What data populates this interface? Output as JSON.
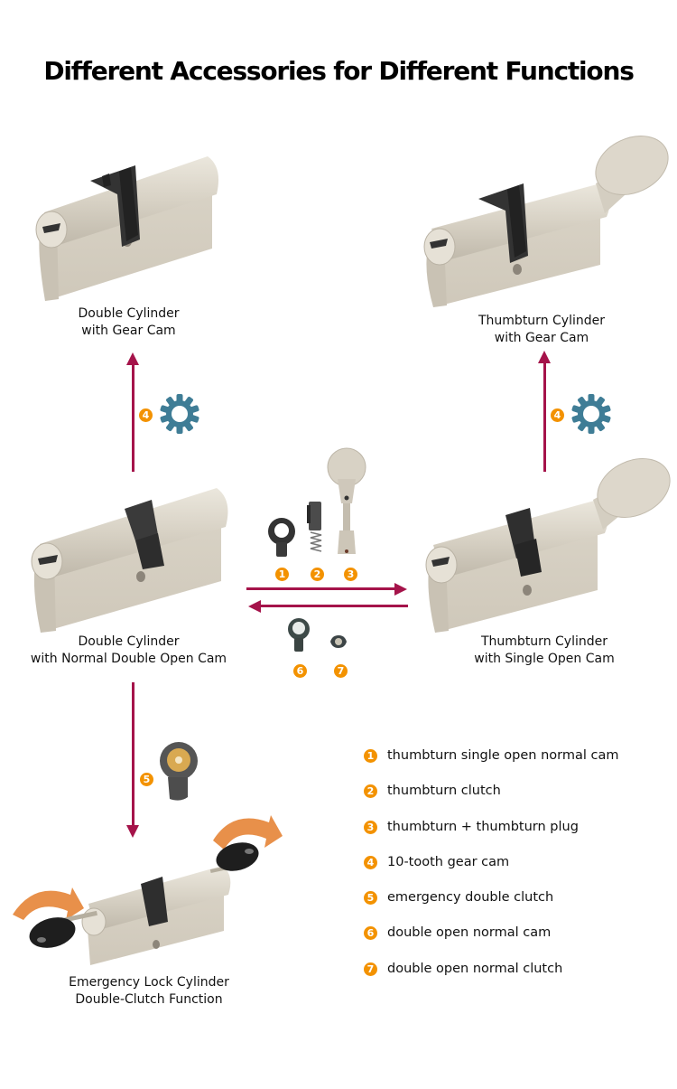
{
  "title": "Different Accessories for Different Functions",
  "products": {
    "double_gear": {
      "line1": "Double Cylinder",
      "line2": "with Gear Cam"
    },
    "thumb_gear": {
      "line1": "Thumbturn Cylinder",
      "line2": "with Gear Cam"
    },
    "double_normal": {
      "line1": "Double Cylinder",
      "line2": "with Normal Double Open Cam"
    },
    "thumb_single": {
      "line1": "Thumbturn Cylinder",
      "line2": "with Single Open Cam"
    },
    "emergency": {
      "line1": "Emergency Lock Cylinder",
      "line2": "Double-Clutch Function"
    }
  },
  "part_badges": {
    "b1": "1",
    "b2": "2",
    "b3": "3",
    "b4a": "4",
    "b4b": "4",
    "b5": "5",
    "b6": "6",
    "b7": "7"
  },
  "legend": [
    {
      "num": "1",
      "label": "thumbturn single open normal cam"
    },
    {
      "num": "2",
      "label": "thumbturn clutch"
    },
    {
      "num": "3",
      "label": "thumbturn + thumbturn plug"
    },
    {
      "num": "4",
      "label": "10-tooth gear cam"
    },
    {
      "num": "5",
      "label": "emergency double clutch"
    },
    {
      "num": "6",
      "label": "double open normal cam"
    },
    {
      "num": "7",
      "label": "double open normal clutch"
    }
  ],
  "colors": {
    "arrow": "#a5134a",
    "badge": "#f39200",
    "gear_cam": "#3f7d96",
    "metal": "#d9d4c8",
    "cam_dark": "#2b2b2b",
    "rotate_arrow": "#e8904a"
  }
}
